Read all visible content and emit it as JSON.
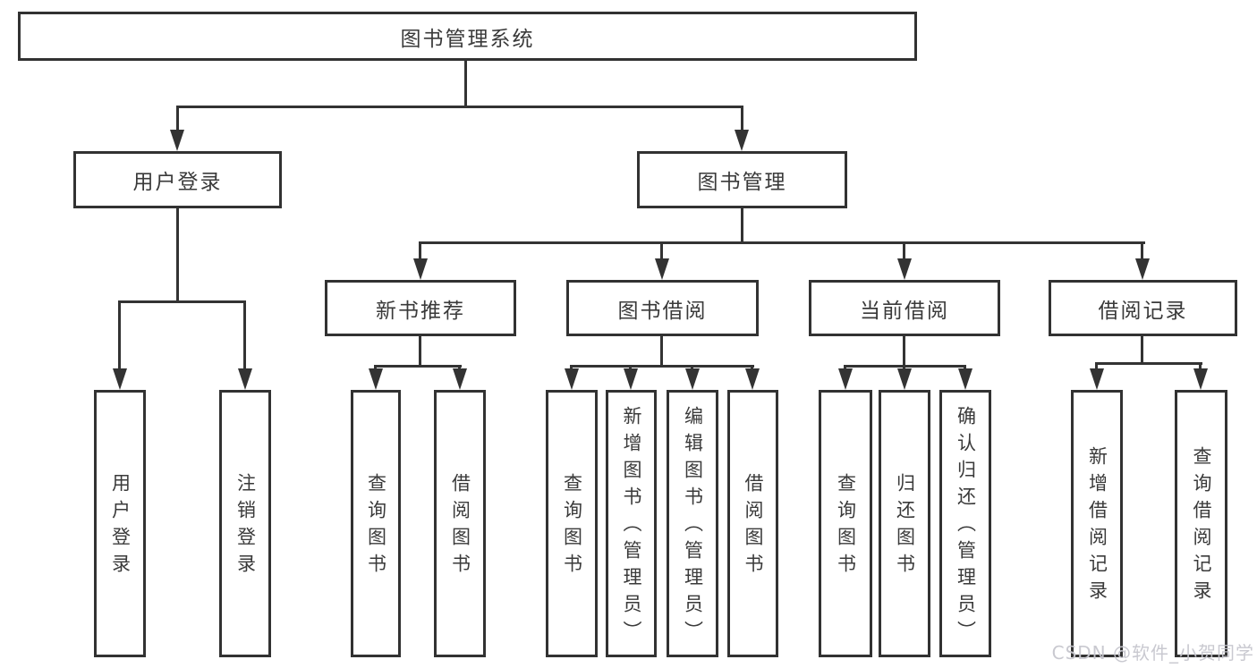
{
  "diagram": {
    "root": "图书管理系统",
    "level2": {
      "userLogin": "用户登录",
      "bookManagement": "图书管理"
    },
    "userLoginChildren": {
      "login": "用户登录",
      "logout": "注销登录"
    },
    "level3": {
      "newBookRecommend": "新书推荐",
      "bookBorrow": "图书借阅",
      "currentBorrow": "当前借阅",
      "borrowRecords": "借阅记录"
    },
    "newBookChildren": {
      "queryBooks": "查询图书",
      "borrowBooks": "借阅图书"
    },
    "bookBorrowChildren": {
      "queryBooks": "查询图书",
      "addBooks": "新增图书（管理员）",
      "editBooks": "编辑图书（管理员）",
      "borrowBooks": "借阅图书"
    },
    "currentBorrowChildren": {
      "queryBooks": "查询图书",
      "returnBooks": "归还图书",
      "confirmReturn": "确认归还（管理员）"
    },
    "borrowRecordsChildren": {
      "addRecord": "新增借阅记录",
      "queryRecord": "查询借阅记录"
    }
  },
  "watermark": "CSDN @软件_小贺同学",
  "colors": {
    "line": "#333333",
    "border": "#323232",
    "text": "#3a3a3a",
    "watermark": "#c6c6cd",
    "background": "#ffffff"
  }
}
